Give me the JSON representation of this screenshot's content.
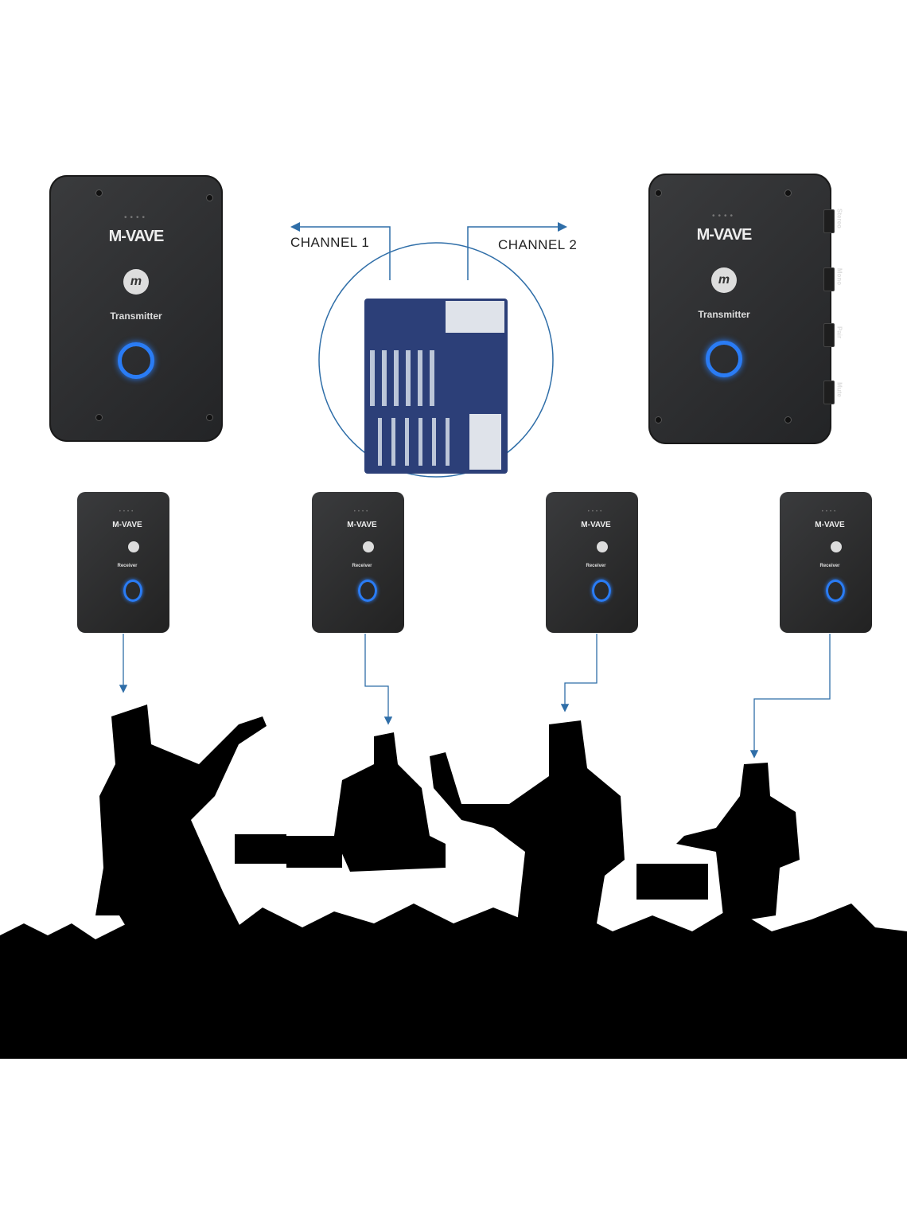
{
  "transmitter_left": {
    "brand": "M-VAVE",
    "label": "Transmitter",
    "dots": "••••"
  },
  "transmitter_right": {
    "brand": "M-VAVE",
    "label": "Transmitter",
    "dots": "••••",
    "side_buttons": [
      "Stereo",
      "Mono",
      "Pair",
      "Mute"
    ]
  },
  "channels": {
    "ch1": "CHANNEL 1",
    "ch2": "CHANNEL 2"
  },
  "receivers": [
    {
      "brand": "M-VAVE",
      "label": "Receiver",
      "dots": "••••"
    },
    {
      "brand": "M-VAVE",
      "label": "Receiver",
      "dots": "••••"
    },
    {
      "brand": "M-VAVE",
      "label": "Receiver",
      "dots": "••••"
    },
    {
      "brand": "M-VAVE",
      "label": "Receiver",
      "dots": "••••"
    }
  ],
  "colors": {
    "arrow": "#2f6ea8",
    "led": "#2a7cf5",
    "device": "#2e2f31",
    "silhouette": "#000000"
  }
}
